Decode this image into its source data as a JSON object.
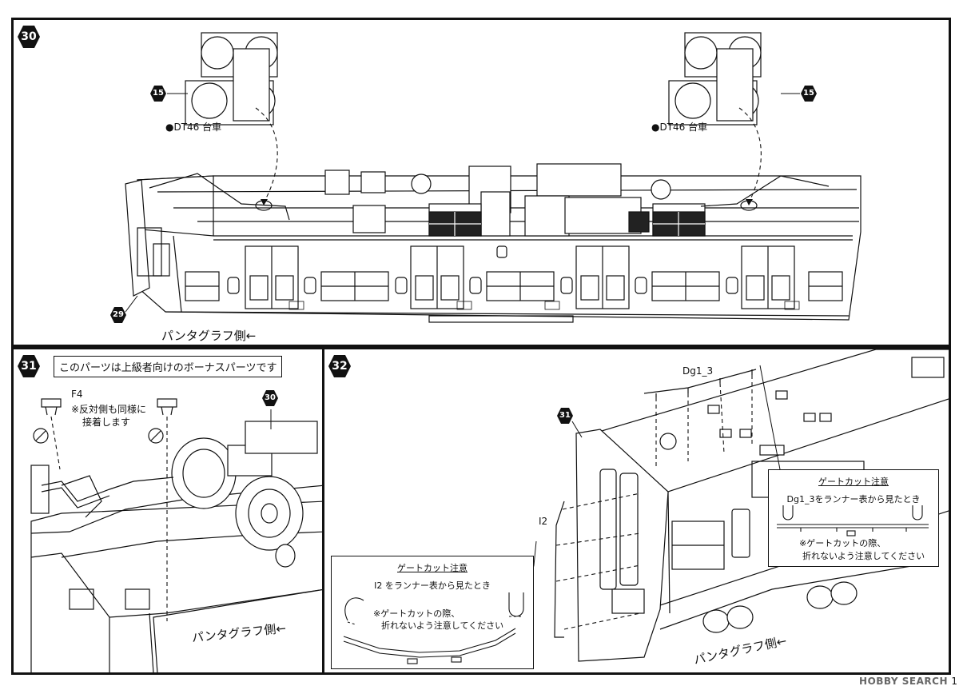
{
  "steps": {
    "s30": {
      "number": "30",
      "bogie_ref": "15",
      "bogie_label": "●DT46 台車",
      "end_ref": "29",
      "pantograph_side": "パンタグラフ側←"
    },
    "s31": {
      "number": "31",
      "title": "このパーツは上級者向けのボーナスパーツです",
      "ref_30": "30",
      "part": "F4",
      "note_line1": "※反対側も同様に",
      "note_line2": "接着します",
      "pantograph_side": "パンタグラフ側←"
    },
    "s32": {
      "number": "32",
      "ref_31": "31",
      "part_dg": "Dg1_3",
      "part_i2": "I2",
      "pantograph_side": "パンタグラフ側←",
      "gate_note_left": {
        "title": "ゲートカット注意",
        "sub": "I2 をランナー表から見たとき",
        "line1": "※ゲートカットの際、",
        "line2": "折れないよう注意してください"
      },
      "gate_note_right": {
        "title": "ゲートカット注意",
        "sub": "Dg1_3をランナー表から見たとき",
        "line1": "※ゲートカットの際、",
        "line2": "折れないよう注意してください"
      }
    }
  },
  "watermark": "HOBBY SEARCH",
  "page_number": "1",
  "colors": {
    "ink": "#111111",
    "paper": "#ffffff",
    "badge": "#111111",
    "badge_text": "#ffffff"
  }
}
